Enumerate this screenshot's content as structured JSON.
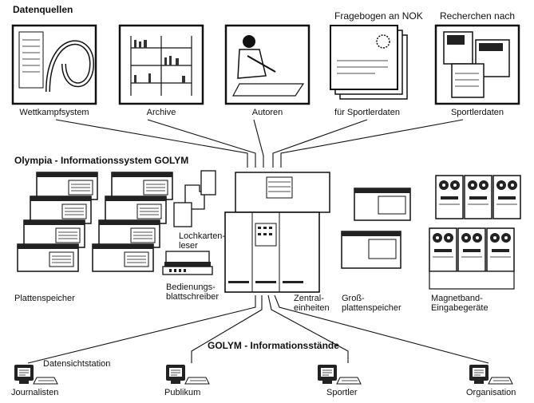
{
  "headers": {
    "sources": "Datenquellen",
    "system": "Olympia - Informationssystem GOLYM",
    "stands": "GOLYM - Informationsstände"
  },
  "sources": {
    "top_labels": {
      "questionnaire": "Fragebogen an NOK",
      "research": "Recherchen nach"
    },
    "captions": {
      "competition": "Wettkampfsystem",
      "archives": "Archive",
      "authors": "Autoren",
      "athlete_data_nok": "für Sportlerdaten",
      "athlete_data_research": "Sportlerdaten"
    }
  },
  "devices": {
    "disk_storage": "Plattenspeicher",
    "card_reader": [
      "Lochkarten-",
      "leser"
    ],
    "console_printer": [
      "Bedienungs-",
      "blattschreiber"
    ],
    "central_units": [
      "Zentral-",
      "einheiten"
    ],
    "large_disk": [
      "Groß-",
      "plattenspeicher"
    ],
    "tape": [
      "Magnetband-",
      "Eingabegeräte"
    ]
  },
  "terminal_label": "Datensichtstation",
  "stands": {
    "journalists": "Journalisten",
    "public": "Publikum",
    "athletes": "Sportler",
    "organisation": "Organisation"
  },
  "colors": {
    "ink": "#111111",
    "paper": "#ffffff",
    "shade": "#d9d9d9",
    "dark": "#222222"
  }
}
